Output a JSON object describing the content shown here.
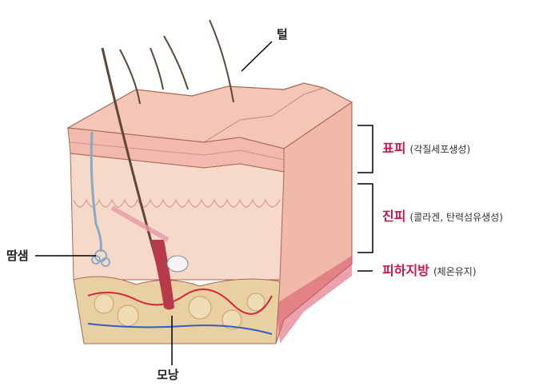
{
  "labels": {
    "hair": "털",
    "sweat_gland": "땀샘",
    "follicle": "모낭",
    "epidermis": {
      "name": "표피",
      "desc": "(각질세포생성)"
    },
    "dermis": {
      "name": "진피",
      "desc": "(콜라겐, 탄력섬유생성)"
    },
    "subcutis": {
      "name": "피하지방",
      "desc": "(체온유지)"
    }
  },
  "colors": {
    "accent_label": "#c8174a",
    "epidermis_top": "#f3c3b4",
    "dermis": "#f6d3c3",
    "fat": "#e6cf9f",
    "blood_vessel": "#d0283a"
  }
}
